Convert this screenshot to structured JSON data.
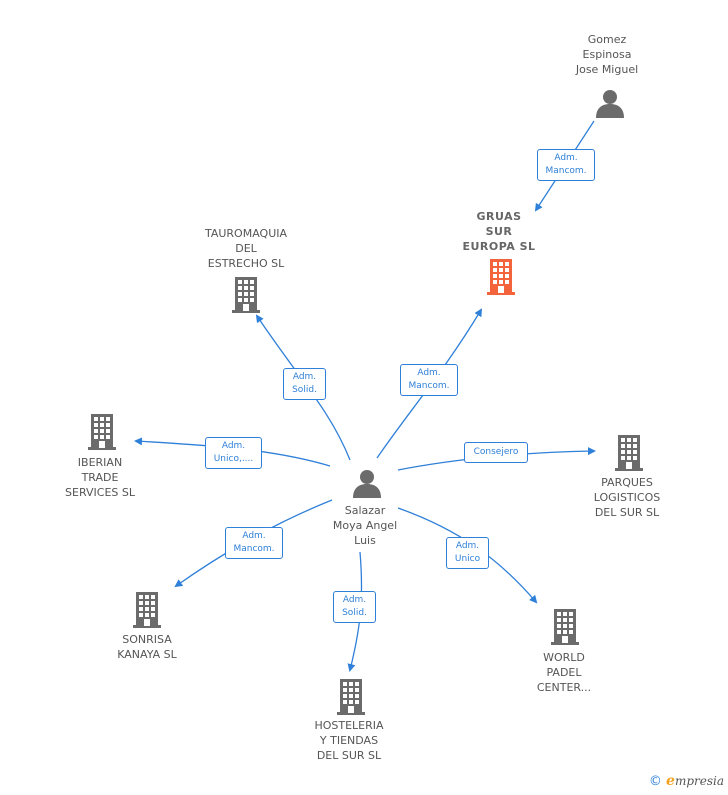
{
  "colors": {
    "edge": "#2f80d8",
    "icon_gray": "#6b6b6b",
    "focus": "#f4643c"
  },
  "nodes": {
    "gomez": {
      "label": "Gomez\nEspinosa\nJose Miguel",
      "icon": "person-icon"
    },
    "gruas": {
      "label": "GRUAS\nSUR\nEUROPA SL",
      "icon": "building-icon"
    },
    "salazar": {
      "label": "Salazar\nMoya Angel\nLuis",
      "icon": "person-icon"
    },
    "tauromaquia": {
      "label": "TAUROMAQUIA\nDEL\nESTRECHO SL",
      "icon": "building-icon"
    },
    "iberian": {
      "label": "IBERIAN\nTRADE\nSERVICES SL",
      "icon": "building-icon"
    },
    "parques": {
      "label": "PARQUES\nLOGISTICOS\nDEL SUR SL",
      "icon": "building-icon"
    },
    "sonrisa": {
      "label": "SONRISA\nKANAYA SL",
      "icon": "building-icon"
    },
    "world": {
      "label": "WORLD\nPADEL\nCENTER...",
      "icon": "building-icon"
    },
    "hosteleria": {
      "label": "HOSTELERIA\nY TIENDAS\nDEL SUR SL",
      "icon": "building-icon"
    }
  },
  "edges": {
    "gomez_gruas": "Adm.\nMancom.",
    "salazar_tauromaquia": "Adm.\nSolid.",
    "salazar_gruas": "Adm.\nMancom.",
    "salazar_iberian": "Adm.\nUnico,....",
    "salazar_parques": "Consejero",
    "salazar_sonrisa": "Adm.\nMancom.",
    "salazar_world": "Adm.\nUnico",
    "salazar_hosteleria": "Adm.\nSolid."
  },
  "footer": {
    "copyright_symbol": "©",
    "brand_initial": "e",
    "brand_rest": "mpresia"
  }
}
